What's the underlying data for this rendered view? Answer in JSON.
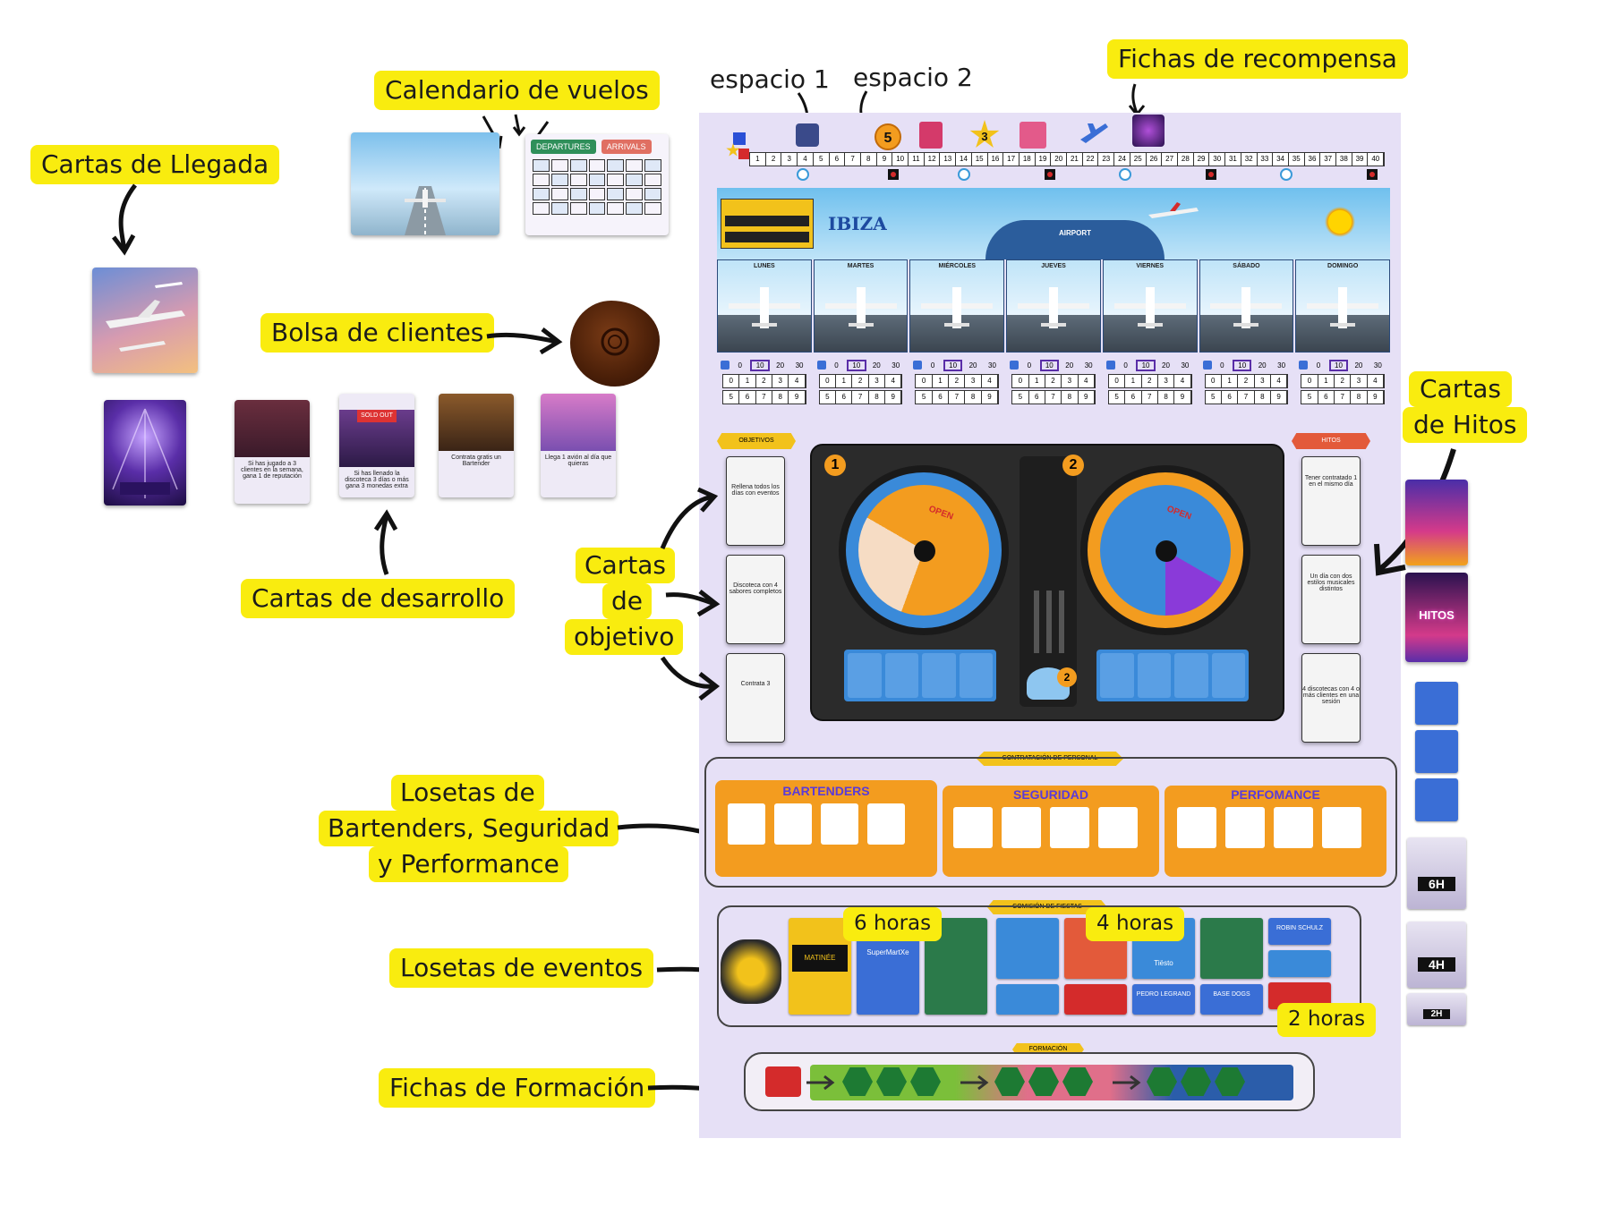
{
  "labels": {
    "cartas_llegada": "Cartas de Llegada",
    "calendario_vuelos": "Calendario de vuelos",
    "espacio_1": "espacio 1",
    "espacio_2": "espacio 2",
    "fichas_recompensa": "Fichas de recompensa",
    "bolsa_clientes": "Bolsa de clientes",
    "cartas_desarrollo": "Cartas de desarrollo",
    "cartas_objetivo_1": "Cartas",
    "cartas_objetivo_2": "de",
    "cartas_objetivo_3": "objetivo",
    "cartas_hitos_1": "Cartas",
    "cartas_hitos_2": "de Hitos",
    "losetas_staff_1": "Losetas de",
    "losetas_staff_2": "Bartenders, Seguridad",
    "losetas_staff_3": "y Performance",
    "losetas_eventos": "Losetas de eventos",
    "fichas_formacion": "Fichas de Formación",
    "seis_horas": "6 horas",
    "cuatro_horas": "4 horas",
    "dos_horas": "2 horas"
  },
  "calendar": {
    "departures": "DEPARTURES",
    "arrivals": "ARRIVALS"
  },
  "board": {
    "track_numbers": [
      "1",
      "2",
      "3",
      "4",
      "5",
      "6",
      "7",
      "8",
      "9",
      "10",
      "11",
      "12",
      "13",
      "14",
      "15",
      "16",
      "17",
      "18",
      "19",
      "20",
      "21",
      "22",
      "23",
      "24",
      "25",
      "26",
      "27",
      "28",
      "29",
      "30",
      "31",
      "32",
      "33",
      "34",
      "35",
      "36",
      "37",
      "38",
      "39",
      "40"
    ],
    "track_token_1": "5",
    "track_token_2": "3",
    "banner_brand": "IBIZA",
    "banner_airport": "AIRPORT",
    "days": [
      "LUNES",
      "MARTES",
      "MIÉRCOLES",
      "JUEVES",
      "VIERNES",
      "SÁBADO",
      "DOMINGO"
    ],
    "score_row": [
      "0",
      "10",
      "20",
      "30"
    ],
    "grid_row_1": [
      "0",
      "1",
      "2",
      "3",
      "4"
    ],
    "grid_row_2": [
      "5",
      "6",
      "7",
      "8",
      "9"
    ],
    "objetivos_title": "OBJETIVOS",
    "hitos_title": "HITOS",
    "deck_left_num": "1",
    "deck_right_num": "2",
    "open": "OPEN",
    "center_token": "2",
    "contratacion_title": "CONTRATACIÓN DE PERSONAL",
    "bartenders": "BARTENDERS",
    "seguridad": "SEGURIDAD",
    "performance": "PERFOMANCE",
    "comision_title": "COMISIÓN DE FIESTAS",
    "formacion_title": "FORMACIÓN",
    "event_names": [
      "MATINÉE",
      "SuperMartXe",
      "Tiësto",
      "ROBIN SCHULZ",
      "PEDRO LEGRAND",
      "BASE DOGS"
    ]
  },
  "milestones": {
    "hito_deck": "HITOS",
    "six_h": "6H",
    "four_h": "4H",
    "two_h": "2H"
  },
  "colors": {
    "highlight": "#f9ec0f",
    "board_bg": "#e6e0f6",
    "orange": "#f39c1f",
    "dj_deck": "#2b2b2b",
    "sky": "#8ecdf0"
  }
}
